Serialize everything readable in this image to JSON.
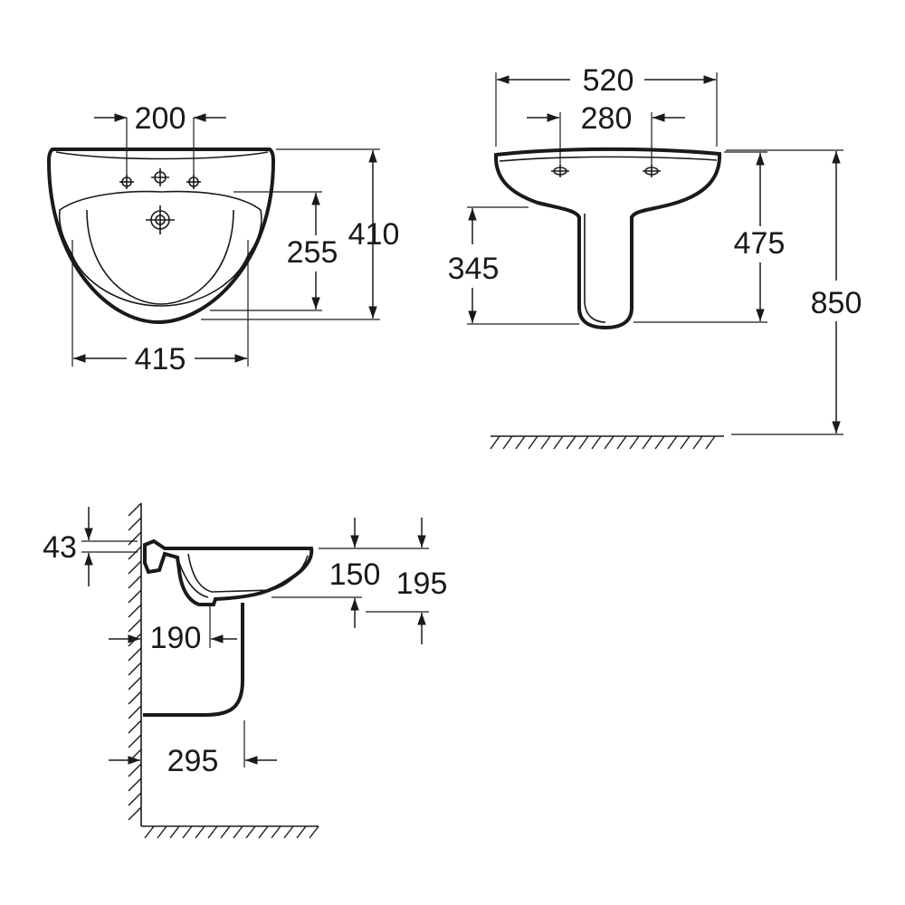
{
  "dimensions": {
    "front_faucet_spacing": "200",
    "front_depth": "410",
    "front_bowl_depth": "255",
    "front_width": "415",
    "side_width": "520",
    "side_hole_spacing": "280",
    "side_basin_bottom": "345",
    "side_rim_to_pedestal": "475",
    "total_height": "850",
    "profile_rim_thickness": "43",
    "profile_bowl_depth": "150",
    "profile_total_depth": "195",
    "profile_drain_offset": "190",
    "profile_pedestal_offset": "295"
  }
}
